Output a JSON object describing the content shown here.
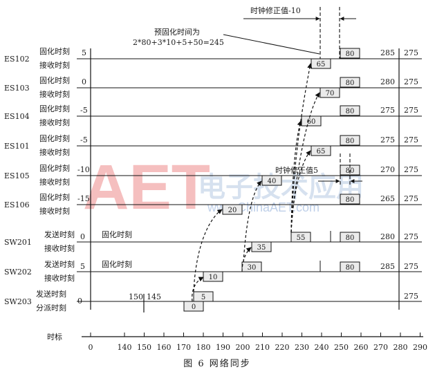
{
  "caption": "图 6   网络同步",
  "axis": {
    "label": "时标",
    "ticks": [
      "0",
      "140",
      "150",
      "160",
      "170",
      "180",
      "190",
      "200",
      "210",
      "220",
      "230",
      "240",
      "250",
      "260",
      "270",
      "280",
      "290"
    ]
  },
  "watermark": {
    "letters": "AET",
    "chinese": "电子技术应用",
    "url": "www.ChinaAET.com"
  },
  "annotations": {
    "clock_correction_top": "时钟修正值-10",
    "preset_line1": "预固化时间为",
    "preset_line2": "2*80+3*10+5+50=245",
    "clock_correction_mid": "时钟修正值5"
  },
  "nodes": [
    {
      "id": "ES102",
      "label1": "固化时刻",
      "label2": "接收时刻",
      "start": "5",
      "box_recv": "65",
      "box_fix": "80",
      "end1": "285",
      "end2": "275"
    },
    {
      "id": "ES103",
      "label1": "固化时刻",
      "label2": "接收时刻",
      "start": "0",
      "box_recv": "70",
      "box_fix": "80",
      "end1": "280",
      "end2": "275"
    },
    {
      "id": "ES104",
      "label1": "固化时刻",
      "label2": "接收时刻",
      "start": "-5",
      "box_recv": "60",
      "box_fix": "80",
      "end1": "275",
      "end2": "275"
    },
    {
      "id": "ES101",
      "label1": "固化时刻",
      "label2": "接收时刻",
      "start": "-5",
      "box_recv": "65",
      "box_fix": "80",
      "end1": "275",
      "end2": "275"
    },
    {
      "id": "ES105",
      "label1": "固化时刻",
      "label2": "接收时刻",
      "start": "-10",
      "box_recv": "40",
      "box_fix": "80",
      "end1": "270",
      "end2": "275"
    },
    {
      "id": "ES106",
      "label1": "固化时刻",
      "label2": "接收时刻",
      "start": "-15",
      "box_recv": "20",
      "box_fix": "80",
      "end1": "265",
      "end2": "275"
    },
    {
      "id": "SW201",
      "label1": "发送时刻",
      "label2": "接收时刻",
      "start": "0",
      "mid": "固化时刻",
      "box_recv": "35",
      "box_send": "55",
      "box_fix": "80",
      "end1": "280",
      "end2": "275"
    },
    {
      "id": "SW202",
      "label1": "发送时刻",
      "label2": "接收时刻",
      "start": "5",
      "mid": "固化时刻",
      "box_recv": "10",
      "box_send": "30",
      "box_fix": "80",
      "end1": "285",
      "end2": "275"
    },
    {
      "id": "SW203",
      "label1": "发送时刻",
      "label2": "分派时刻",
      "start": "0",
      "box_a": "5",
      "box_b": "0",
      "t150": "150",
      "t145": "145",
      "end2": "275"
    }
  ]
}
